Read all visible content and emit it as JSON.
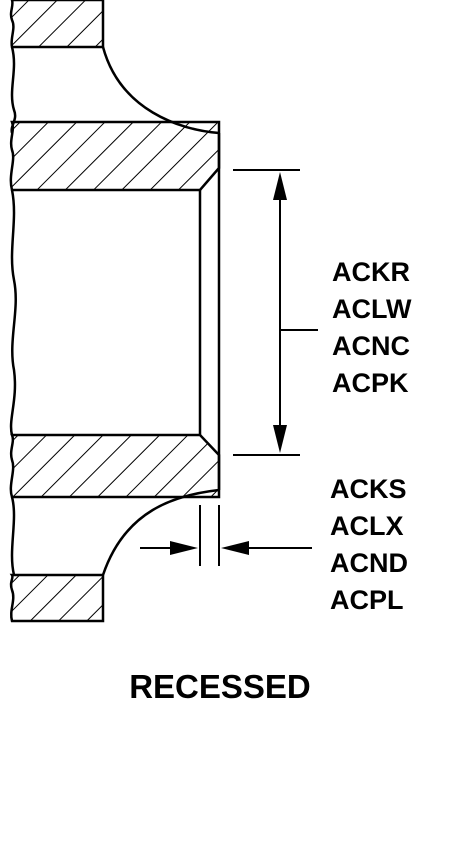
{
  "caption": "RECESSED",
  "dimension_a": {
    "codes": [
      "ACKR",
      "ACLW",
      "ACNC",
      "ACPK"
    ]
  },
  "dimension_b": {
    "codes": [
      "ACKS",
      "ACLX",
      "ACND",
      "ACPL"
    ]
  },
  "colors": {
    "ink": "#000000",
    "paper": "#ffffff"
  }
}
